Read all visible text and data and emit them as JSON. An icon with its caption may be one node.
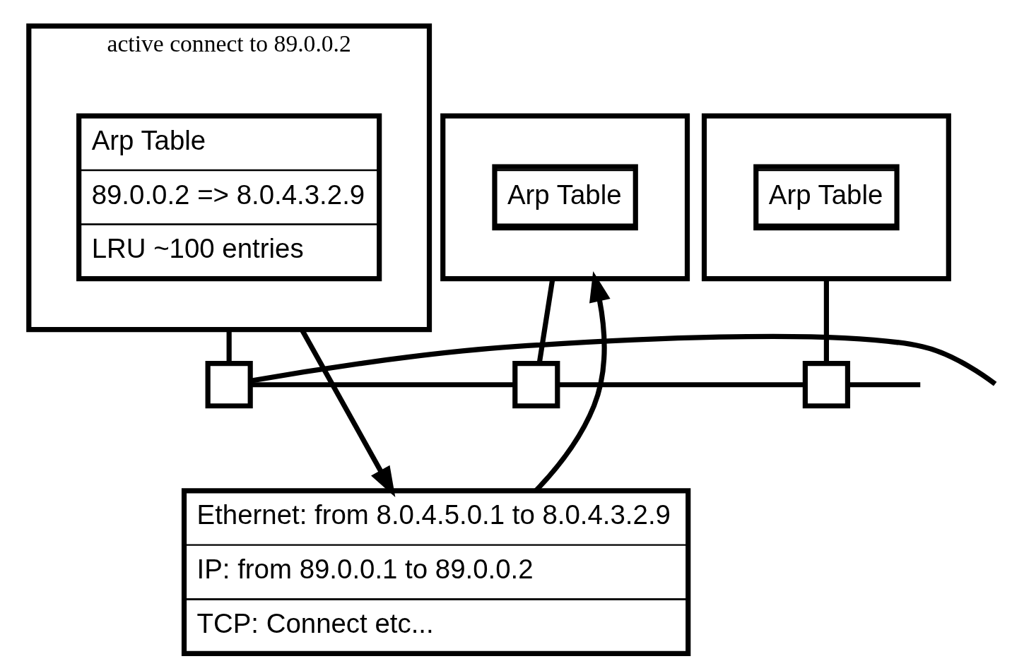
{
  "diagram": {
    "nodes": [
      {
        "text": [
          "active connect to 89.0.0.2"
        ]
      },
      {
        "text": [
          "Arp Table",
          "89.0.0.2 => 8.0.4.3.2.9",
          "LRU ~100 entries"
        ],
        "in": 0
      },
      {
        "text": [],
        "shape": "box"
      },
      {
        "text": [
          "Arp Table"
        ],
        "in": 2
      },
      {
        "text": [],
        "shape": "box"
      },
      {
        "text": [
          "Arp Table"
        ],
        "in": 4
      },
      {
        "text": [],
        "shape": "box"
      },
      {
        "text": [],
        "shape": "box"
      },
      {
        "text": [],
        "shape": "box"
      },
      {
        "text": [
          "Ethernet: from 8.0.4.5.0.1 to 8.0.4.3.2.9",
          "IP: from 89.0.0.1 to 89.0.0.2",
          "TCP: Connect etc..."
        ]
      }
    ],
    "edges": [
      {
        "from": 0,
        "to": 6,
        "arrow": "none"
      },
      {
        "from": 2,
        "to": 7,
        "arrow": "none"
      },
      {
        "from": 4,
        "to": 8,
        "arrow": "none"
      },
      {
        "from": null,
        "to": 6,
        "arrow": "none"
      },
      {
        "from": 6,
        "to": 7,
        "arrow": "none"
      },
      {
        "from": 7,
        "to": 8,
        "arrow": "none"
      },
      {
        "from": 8,
        "to": null,
        "arrow": "none"
      },
      {
        "from": 0,
        "to": 9,
        "arrow": "to"
      },
      {
        "from": 9,
        "to": 2,
        "arrow": "to"
      }
    ]
  }
}
